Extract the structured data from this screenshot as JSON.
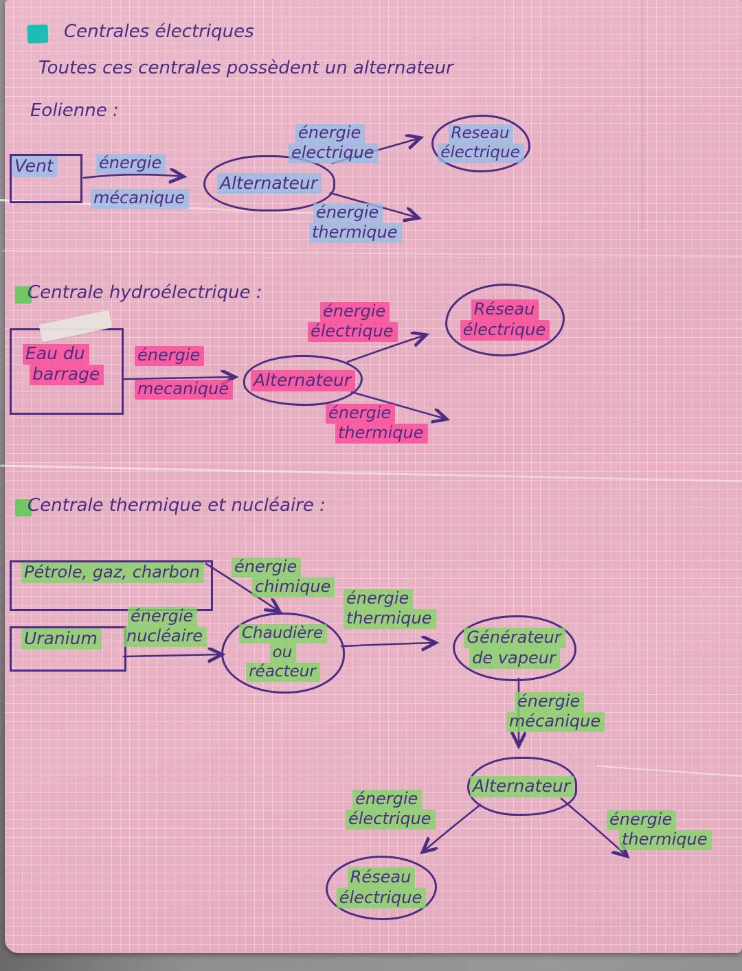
{
  "colors": {
    "paper_pink": "#e7b0c3",
    "ink_purple": "#4b2e82",
    "highlight_blue": "#97bde7",
    "highlight_pink": "#fa4a98",
    "highlight_green": "#82d468",
    "bullet_teal": "#1dbdb6",
    "bullet_green": "#63c85b",
    "table_grey": "#8f8d8f"
  },
  "header": {
    "title": "Centrales électriques",
    "subtitle": "Toutes ces centrales possèdent un alternateur"
  },
  "eolienne": {
    "heading": "Eolienne :",
    "source": "Vent",
    "edge": [
      "énergie",
      "mécanique"
    ],
    "hub": "Alternateur",
    "electric": [
      "énergie",
      "electrique"
    ],
    "network": [
      "Reseau",
      "électrique"
    ],
    "thermal": [
      "énergie",
      "thermique"
    ]
  },
  "hydro": {
    "heading": "Centrale hydroélectrique :",
    "source": [
      "Eau du",
      "barrage"
    ],
    "edge": [
      "énergie",
      "mecanique"
    ],
    "hub": "Alternateur",
    "electric": [
      "énergie",
      "électrique"
    ],
    "network": [
      "Réseau",
      "électrique"
    ],
    "thermal": [
      "énergie",
      "thermique"
    ]
  },
  "thermique": {
    "heading": "Centrale thermique et nucléaire :",
    "fuel": "Pétrole, gaz, charbon",
    "chemical": [
      "énergie",
      "chimique"
    ],
    "uranium": "Uranium",
    "nuclear": [
      "énergie",
      "nucléaire"
    ],
    "boiler": [
      "Chaudière",
      "ou",
      "réacteur"
    ],
    "thermal_in": [
      "énergie",
      "thermique"
    ],
    "generator": [
      "Générateur",
      "de vapeur"
    ],
    "mechanical": [
      "énergie",
      "mécanique"
    ],
    "hub": "Alternateur",
    "electric": [
      "énergie",
      "électrique"
    ],
    "network": [
      "Réseau",
      "électrique"
    ],
    "thermal_out": [
      "énergie",
      "thermique"
    ]
  }
}
